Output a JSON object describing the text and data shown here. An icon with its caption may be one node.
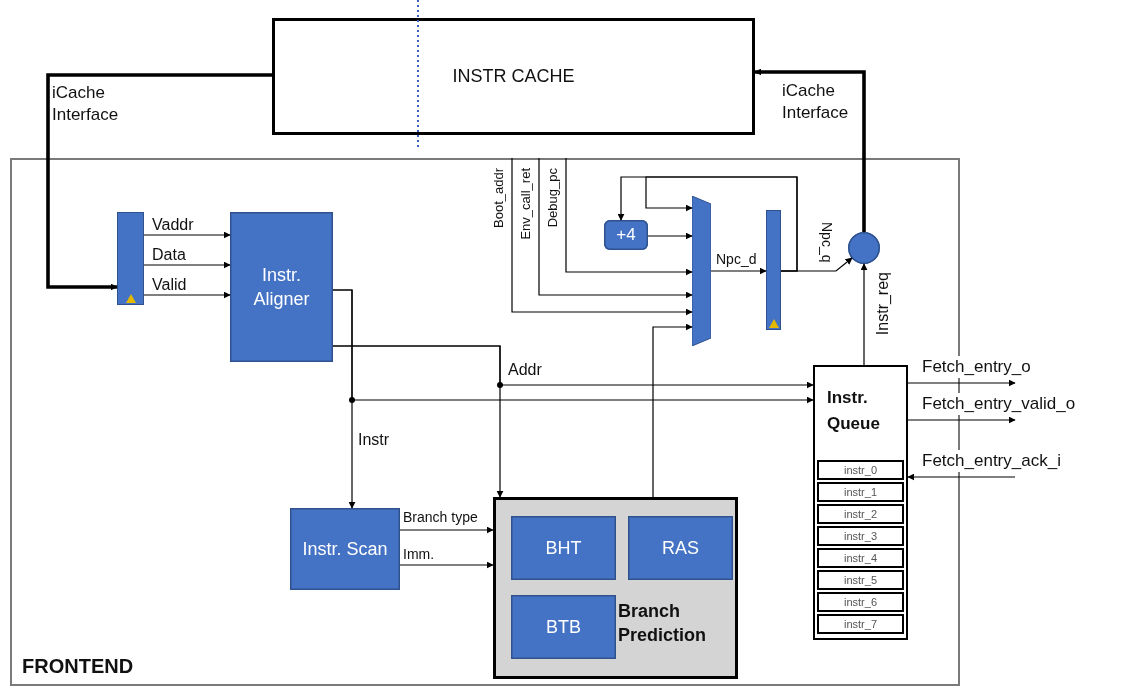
{
  "diagram": {
    "nodes": [
      {
        "text": [
          "INSTR CACHE"
        ]
      },
      {
        "text": [
          "FRONTEND"
        ]
      },
      {
        "text": [],
        "shape": "bar",
        "in": 1
      },
      {
        "text": [
          "Instr. Aligner"
        ],
        "in": 1
      },
      {
        "text": [
          "Instr. Scan"
        ],
        "in": 1
      },
      {
        "text": [
          "Branch Prediction"
        ],
        "in": 1
      },
      {
        "text": [
          "BHT"
        ],
        "in": 5
      },
      {
        "text": [
          "RAS"
        ],
        "in": 5
      },
      {
        "text": [
          "BTB"
        ],
        "in": 5
      },
      {
        "text": [
          "+4"
        ],
        "in": 1
      },
      {
        "text": [],
        "shape": "trapezoid",
        "in": 1
      },
      {
        "text": [],
        "shape": "bar",
        "in": 1
      },
      {
        "text": [],
        "shape": "circle",
        "in": 1
      },
      {
        "text": [
          "Instr. Queue"
        ],
        "in": 1
      },
      {
        "text": [
          "instr_0"
        ],
        "in": 13
      },
      {
        "text": [
          "instr_1"
        ],
        "in": 13
      },
      {
        "text": [
          "instr_2"
        ],
        "in": 13
      },
      {
        "text": [
          "instr_3"
        ],
        "in": 13
      },
      {
        "text": [
          "instr_4"
        ],
        "in": 13
      },
      {
        "text": [
          "instr_5"
        ],
        "in": 13
      },
      {
        "text": [
          "instr_6"
        ],
        "in": 13
      },
      {
        "text": [
          "instr_7"
        ],
        "in": 13
      }
    ],
    "edges": [
      {
        "from": 0,
        "to": 2,
        "arrow": "to",
        "label": "iCache Interface",
        "style": "thick"
      },
      {
        "from": 12,
        "to": 0,
        "arrow": "to",
        "label": "iCache Interface",
        "style": "thick"
      },
      {
        "from": 2,
        "to": 3,
        "arrow": "to",
        "label": "Vaddr"
      },
      {
        "from": 2,
        "to": 3,
        "arrow": "to",
        "label": "Data"
      },
      {
        "from": 2,
        "to": 3,
        "arrow": "to",
        "label": "Valid"
      },
      {
        "from": 3,
        "to": 4,
        "arrow": "to",
        "label": "Instr"
      },
      {
        "from": 3,
        "to": 13,
        "arrow": "to"
      },
      {
        "from": 3,
        "to": 5,
        "arrow": "to"
      },
      {
        "from": 3,
        "to": 13,
        "arrow": "to",
        "label": "Addr"
      },
      {
        "from": 4,
        "to": 5,
        "arrow": "to",
        "label": "Branch type"
      },
      {
        "from": 4,
        "to": 5,
        "arrow": "to",
        "label": "Imm."
      },
      {
        "from": 5,
        "to": 10,
        "arrow": "to"
      },
      {
        "from": null,
        "to": 10,
        "arrow": "to",
        "label": "Boot_addr"
      },
      {
        "from": null,
        "to": 10,
        "arrow": "to",
        "label": "Env_call_ret"
      },
      {
        "from": null,
        "to": 10,
        "arrow": "to",
        "label": "Debug_pc"
      },
      {
        "from": 9,
        "to": 10,
        "arrow": "to"
      },
      {
        "from": 11,
        "to": 10,
        "arrow": "to"
      },
      {
        "from": 11,
        "to": 9,
        "arrow": "to"
      },
      {
        "from": 10,
        "to": 11,
        "arrow": "to",
        "label": "Npc_d"
      },
      {
        "from": 11,
        "to": 12,
        "arrow": "to",
        "label": "Npc_q"
      },
      {
        "from": 13,
        "to": 12,
        "arrow": "to",
        "label": "Instr_req"
      },
      {
        "from": 13,
        "to": null,
        "arrow": "to",
        "label": "Fetch_entry_o"
      },
      {
        "from": 13,
        "to": null,
        "arrow": "to",
        "label": "Fetch_entry_valid_o"
      },
      {
        "from": null,
        "to": 13,
        "arrow": "to",
        "label": "Fetch_entry_ack_i"
      }
    ]
  }
}
